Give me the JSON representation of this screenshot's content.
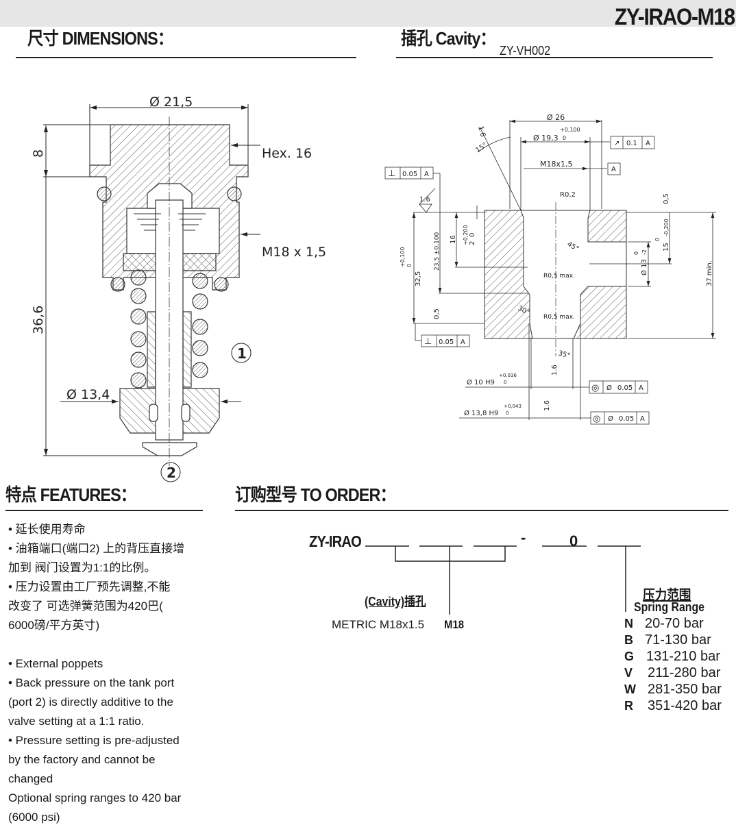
{
  "header": {
    "model": "ZY-IRAO-M18"
  },
  "dimensions": {
    "title": "尺寸 DIMENSIONS："
  },
  "cavity": {
    "title": "插孔 Cavity：",
    "code": "ZY-VH002"
  },
  "drawing_left": {
    "dia_top": "Ø 21,5",
    "hex": "Hex. 16",
    "thread": "M18 x 1,5",
    "h8": "8",
    "h36": "36,6",
    "dia_bottom": "Ø 13,4",
    "port1": "1",
    "port2": "2"
  },
  "drawing_right": {
    "d26": "Ø 26",
    "d193": "Ø 19,3",
    "tol193_up": "+0,100",
    "tol193_lo": "0",
    "m18": "M18x1,5",
    "r02": "R0,2",
    "ang15": "15°",
    "rough16": "1.6",
    "runout_sym": "↗",
    "runout_val": "0.1",
    "datum": "A",
    "perp_sym": "⊥",
    "perp_val": "0.05",
    "d05a": "0,5",
    "d05b": "0,5",
    "d16": "16",
    "d2": "2",
    "tol2_up": "+0,200",
    "tol2_lo": "0",
    "d235": "23,5 ±0,100",
    "d325": "32,5",
    "tol325_up": "+0,100",
    "tol325_lo": "0",
    "ang45": "45°",
    "d15": "15",
    "tol15_up": "0",
    "tol15_lo": "-0,200",
    "d13": "Ø 13",
    "tol13_up": "0",
    "tol13_lo": "-2",
    "d37": "37 min.",
    "r05a": "R0,5 max.",
    "r05b": "R0,5 max.",
    "ang30": "30°",
    "ang35": "35°",
    "d10": "Ø 10 H9",
    "tol10_up": "+0,036",
    "tol10_lo": "0",
    "d138": "Ø 13,8 H9",
    "tol138_up": "+0,043",
    "tol138_lo": "0",
    "conc_sym": "◎",
    "dia_sym": "Ø",
    "conc_val": "0.05"
  },
  "features": {
    "title": "特点 FEATURES：",
    "lines": [
      "• 延长使用寿命",
      "• 油箱端口(端口2) 上的背压直接增",
      "加到 阀门设置为1:1的比例。",
      "•  压力设置由工厂预先调整,不能",
      "改变了 可选弹簧范围为420巴(",
      "6000磅/平方英寸)",
      "",
      "• External poppets",
      "• Back pressure on the tank port",
      "(port 2) is directly additive to the",
      "valve setting at a 1:1 ratio.",
      "• Pressure setting is pre-adjusted",
      "by the factory and cannot be",
      "changed",
      "Optional spring ranges to 420 bar",
      "(6000 psi)"
    ]
  },
  "order": {
    "title": "订购型号 TO ORDER：",
    "prefix": "ZY-IRAO",
    "dash": "-",
    "fixed": "0",
    "cavity_label": "(Cavity)插孔",
    "cavity_desc": "METRIC M18x1.5",
    "cavity_code": "M18",
    "spring_title_cn": "压力范围",
    "spring_title_en": "Spring Range",
    "springs": [
      {
        "code": "N",
        "range": "20-70 bar"
      },
      {
        "code": "B",
        "range": "71-130 bar"
      },
      {
        "code": "G",
        "range": "131-210 bar"
      },
      {
        "code": "V",
        "range": "211-280 bar"
      },
      {
        "code": "W",
        "range": "281-350 bar"
      },
      {
        "code": "R",
        "range": "351-420 bar"
      }
    ]
  }
}
